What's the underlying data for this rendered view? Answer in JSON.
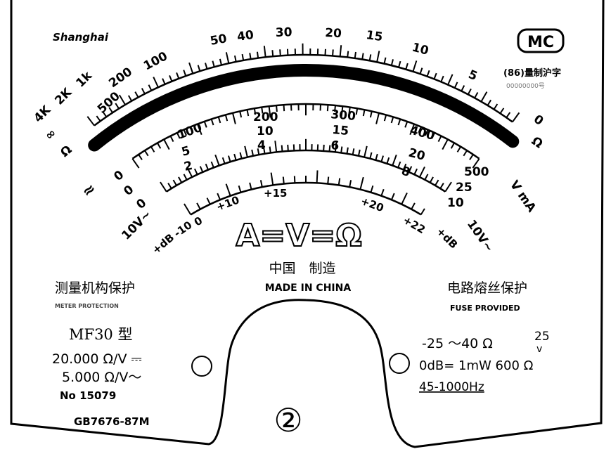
{
  "brand": {
    "city": "Shanghai",
    "logo": "MC",
    "license": "(86)量制沪字",
    "license_no": "00000000号"
  },
  "ohm_scale": {
    "labels": [
      "4K",
      "2K",
      "1k",
      "∞",
      "Ω",
      "500",
      "200",
      "100",
      "50",
      "40",
      "30",
      "20",
      "15",
      "10",
      "5",
      "0",
      "Ω"
    ]
  },
  "volt_scale": {
    "row1": [
      "100",
      "200",
      "300",
      "400",
      "500"
    ],
    "row2": [
      "5",
      "10",
      "15",
      "20",
      "25"
    ],
    "row3": [
      "2",
      "4",
      "6",
      "8",
      "10"
    ],
    "zeros": [
      "0",
      "0",
      "0"
    ],
    "ac_symbol": "≈",
    "left_range": "10V~",
    "unit": "V mA"
  },
  "db_scale": {
    "labels": [
      "+dB",
      "-10",
      "0",
      "+10",
      "+15",
      "+20",
      "+22",
      "+dB"
    ],
    "right_range": "10V~"
  },
  "center": {
    "symbol": "A=V=Ω",
    "made_cn": "中国　制造",
    "made_en": "MADE IN CHINA",
    "number": "②"
  },
  "left_info": {
    "protect_cn": "测量机构保护",
    "protect_en": "METER PROTECTION",
    "model": "MF30 型",
    "dc_sensitivity": "20.000 Ω/V ⎓",
    "ac_sensitivity": "5.000 Ω/V～",
    "serial": "No 15079",
    "standard": "GB7676-87M"
  },
  "right_info": {
    "fuse_cn": "电路熔丝保护",
    "fuse_en": "FUSE PROVIDED",
    "temp_range": "-25 ～40 Ω",
    "center_mark": "25",
    "db_ref": "0dB= 1mW  600 Ω",
    "freq": "45-1000Hz"
  },
  "colors": {
    "ink": "#000000",
    "paper": "#ffffff"
  }
}
